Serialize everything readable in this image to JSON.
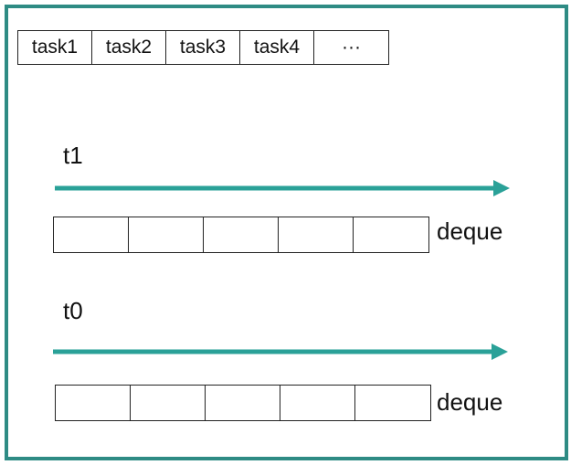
{
  "tasks": [
    "task1",
    "task2",
    "task3",
    "task4",
    "···"
  ],
  "threads": [
    {
      "label": "t1",
      "deque_label": "deque",
      "slots": 5
    },
    {
      "label": "t0",
      "deque_label": "deque",
      "slots": 5
    }
  ],
  "colors": {
    "frame": "#2e8b84",
    "arrow": "#2aa198"
  }
}
